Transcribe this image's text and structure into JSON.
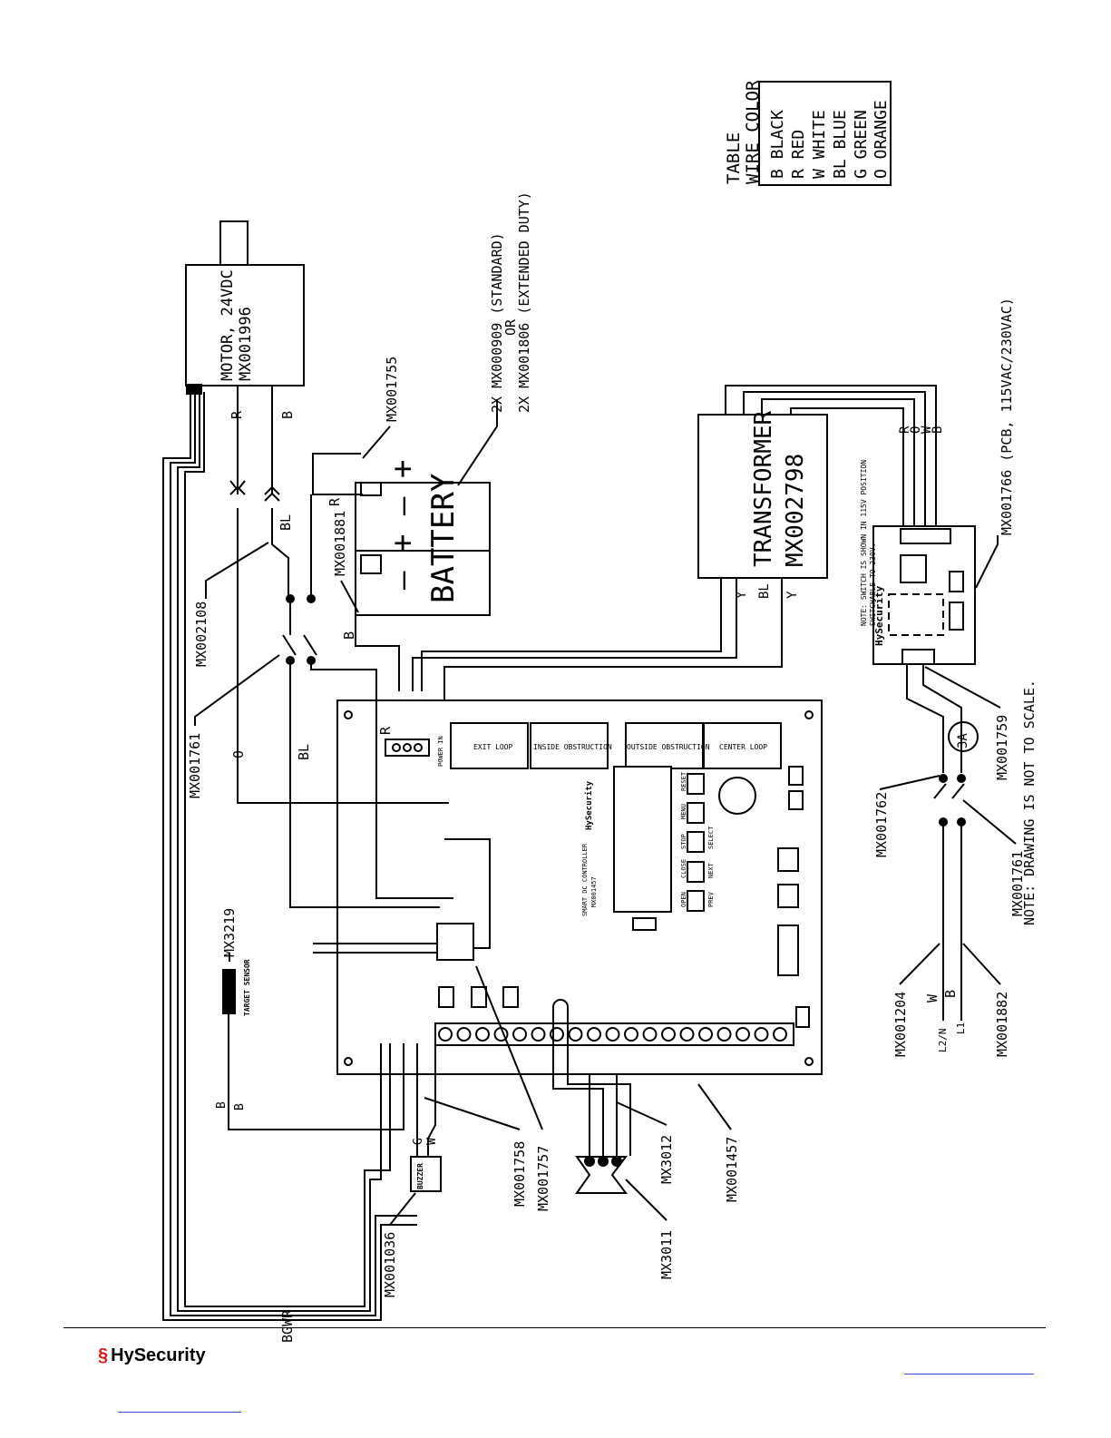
{
  "wire_color_table": {
    "title_1": "TABLE",
    "title_2": "WIRE COLOR",
    "rows": [
      "B BLACK",
      "R RED",
      "W WHITE",
      "BL BLUE",
      "G GREEN",
      "O ORANGE"
    ]
  },
  "components": {
    "motor_1": "MOTOR, 24VDC",
    "motor_2": "MX001996",
    "battery": "BATTERY",
    "transformer_1": "TRANSFORMER",
    "transformer_2": "MX002798",
    "battery_spec_1": "2X  MX000909 (STANDARD)",
    "battery_spec_2": "OR",
    "battery_spec_3": "2X  MX001806 (EXTENDED DUTY)",
    "pcb_label": "MX001766  (PCB, 115VAC/230VAC)",
    "pcb_note_1": "NOTE: SWITCH IS SHOWN IN 115V POSITION",
    "pcb_note_2": "SWITCHABLE TO 230V.",
    "target_sensor": "TARGET SENSOR",
    "buzzer": "BUZZER",
    "fuse": "3A",
    "power_in": "POWER IN",
    "controller_1": "SMART DC CONTROLLER",
    "controller_2": "MX001457",
    "brand": "HySecurity"
  },
  "board_labels": [
    "EXIT LOOP",
    "INSIDE OBSTRUCTION",
    "OUTSIDE OBSTRUCTION",
    "CENTER LOOP"
  ],
  "board_buttons": [
    "OPEN",
    "CLOSE",
    "STOP",
    "MENU",
    "RESET",
    "PREV",
    "NEXT",
    "SELECT"
  ],
  "part_numbers": {
    "mx001755": "MX001755",
    "mx001881": "MX001881",
    "mx002108": "MX002108",
    "mx001761_top": "MX001761",
    "mx3219": "MX3219",
    "mx001758": "MX001758",
    "mx001757": "MX001757",
    "mx3012": "MX3012",
    "mx001457": "MX001457",
    "mx3011": "MX3011",
    "mx001036": "MX001036",
    "mx001762": "MX001762",
    "mx001759": "MX001759",
    "mx001761_bottom": "MX001761",
    "mx001204": "MX001204",
    "mx001882": "MX001882"
  },
  "wire_letters": {
    "motor_r": "R",
    "motor_b": "B",
    "bl_top": "BL",
    "r_batt": "R",
    "b_batt": "B",
    "o_wire": "O",
    "bl_wire": "BL",
    "r_power": "R",
    "y1": "Y",
    "bl_tr": "BL",
    "y2": "Y",
    "tr_r": "R",
    "tr_o": "O",
    "tr_w": "W",
    "tr_b": "B",
    "b_sensor_1": "B",
    "b_sensor_2": "B",
    "g_buzz": "G",
    "w_buzz": "W",
    "bgwr": "BGWR",
    "w_line": "W",
    "b_line": "B",
    "l2n": "L2/N",
    "l1": "L1"
  },
  "note_scale": "NOTE:  DRAWING IS NOT TO SCALE.",
  "footer": {
    "logo_text": "HySecurity",
    "logo_mark": "§"
  }
}
